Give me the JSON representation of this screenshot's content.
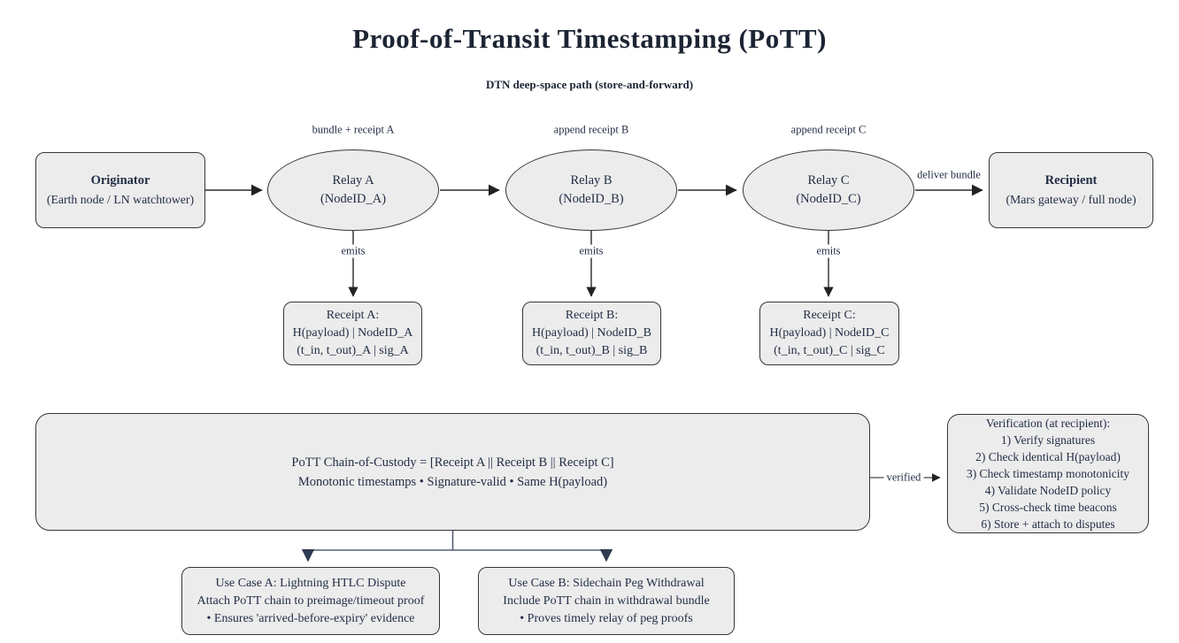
{
  "title": "Proof-of-Transit Timestamping (PoTT)",
  "subtitle": "DTN deep-space path (store-and-forward)",
  "colors": {
    "node_fill": "#ececec",
    "node_border": "#363636",
    "text": "#232e45",
    "arrow": "#2b2b2b",
    "branch_line": "#566073"
  },
  "flow": {
    "originator": {
      "title": "Originator",
      "subtitle": "(Earth node / LN watchtower)"
    },
    "relays": [
      {
        "name": "Relay A",
        "node_id": "(NodeID_A)",
        "edge_label": "bundle + receipt A",
        "emit_label": "emits"
      },
      {
        "name": "Relay B",
        "node_id": "(NodeID_B)",
        "edge_label": "append receipt B",
        "emit_label": "emits"
      },
      {
        "name": "Relay C",
        "node_id": "(NodeID_C)",
        "edge_label": "append receipt C",
        "emit_label": "emits"
      }
    ],
    "deliver_label": "deliver bundle",
    "recipient": {
      "title": "Recipient",
      "subtitle": "(Mars gateway / full node)"
    }
  },
  "receipts": [
    {
      "lines": [
        "Receipt A:",
        "H(payload) | NodeID_A",
        "(t_in, t_out)_A | sig_A"
      ]
    },
    {
      "lines": [
        "Receipt B:",
        "H(payload) | NodeID_B",
        "(t_in, t_out)_B | sig_B"
      ]
    },
    {
      "lines": [
        "Receipt C:",
        "H(payload) | NodeID_C",
        "(t_in, t_out)_C | sig_C"
      ]
    }
  ],
  "custody": {
    "lines": [
      "PoTT Chain-of-Custody = [Receipt A || Receipt B || Receipt C]",
      "Monotonic timestamps • Signature-valid • Same H(payload)"
    ]
  },
  "verified_label": "verified",
  "verification": {
    "lines": [
      "Verification (at recipient):",
      "1) Verify signatures",
      "2) Check identical H(payload)",
      "3) Check timestamp monotonicity",
      "4) Validate NodeID policy",
      "5) Cross-check time beacons",
      "6) Store + attach to disputes"
    ]
  },
  "use_cases": [
    {
      "lines": [
        "Use Case A: Lightning HTLC Dispute",
        "Attach PoTT chain to preimage/timeout proof",
        "• Ensures 'arrived-before-expiry' evidence"
      ]
    },
    {
      "lines": [
        "Use Case B: Sidechain Peg Withdrawal",
        "Include PoTT chain in withdrawal bundle",
        "• Proves timely relay of peg proofs"
      ]
    }
  ]
}
